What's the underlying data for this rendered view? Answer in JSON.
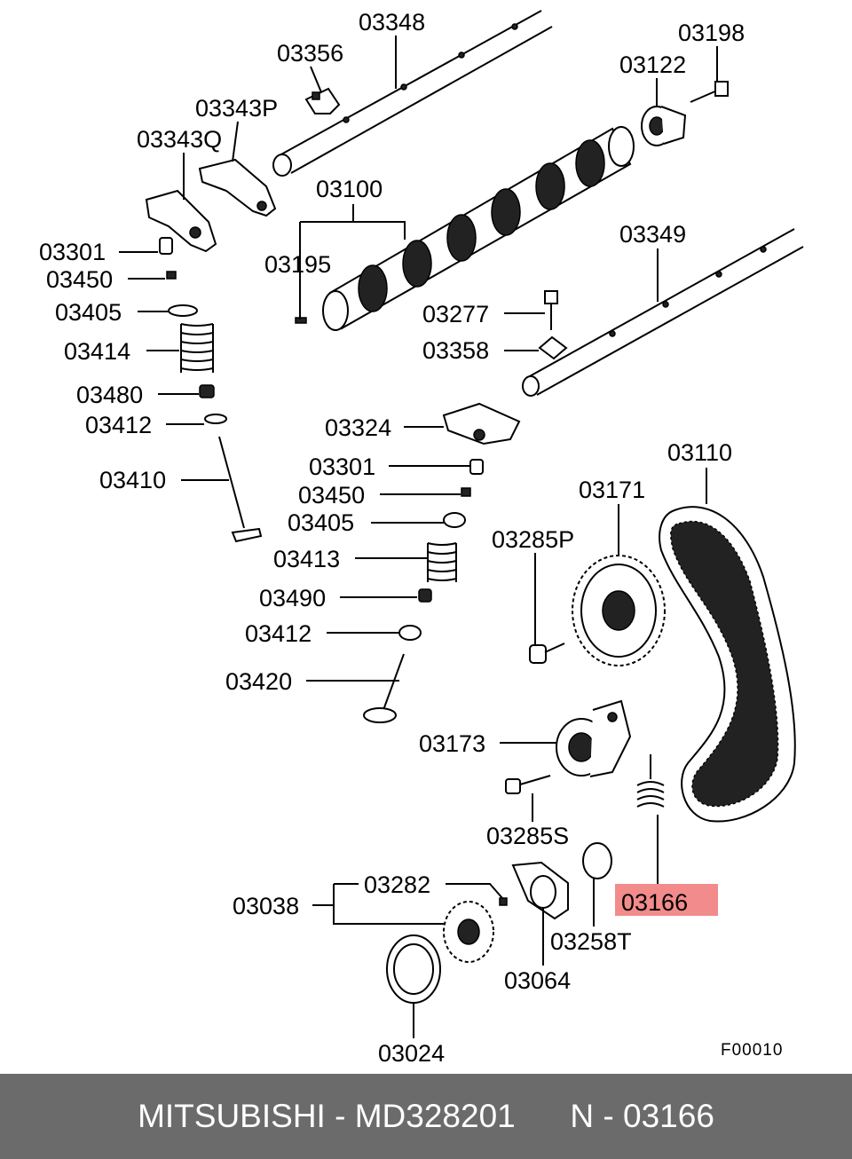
{
  "diagram": {
    "figure_code": "F00010",
    "highlight_color": "#f28b8b",
    "highlighted_label": "03166",
    "labels": {
      "p03348": "03348",
      "p03198": "03198",
      "p03356": "03356",
      "p03122": "03122",
      "p03343P": "03343P",
      "p03343Q": "03343Q",
      "p03100": "03100",
      "p03301a": "03301",
      "p03450a": "03450",
      "p03195": "03195",
      "p03349": "03349",
      "p03405a": "03405",
      "p03277": "03277",
      "p03414": "03414",
      "p03358": "03358",
      "p03480": "03480",
      "p03412a": "03412",
      "p03324": "03324",
      "p03410": "03410",
      "p03110": "03110",
      "p03301b": "03301",
      "p03171": "03171",
      "p03450b": "03450",
      "p03405b": "03405",
      "p03285P": "03285P",
      "p03413": "03413",
      "p03490": "03490",
      "p03412b": "03412",
      "p03420": "03420",
      "p03173": "03173",
      "p03285S": "03285S",
      "p03282": "03282",
      "p03038": "03038",
      "p03166": "03166",
      "p03258T": "03258T",
      "p03064": "03064",
      "p03024": "03024"
    }
  },
  "footer": {
    "brand": "MITSUBISHI",
    "part_number": "MD328201",
    "ref": "N - 03166"
  }
}
